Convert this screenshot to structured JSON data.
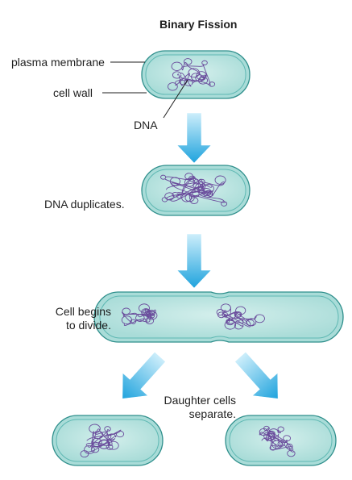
{
  "title": "Binary Fission",
  "labels": {
    "plasma_membrane": "plasma membrane",
    "cell_wall": "cell wall",
    "dna": "DNA",
    "dna_duplicates": "DNA duplicates.",
    "cell_begins_line1": "Cell begins",
    "cell_begins_line2": "to divide.",
    "daughter_line1": "Daughter cells",
    "daughter_line2": "separate."
  },
  "colors": {
    "cell_fill": "#a9dcd8",
    "cell_fill_light": "#d4efec",
    "cell_outline": "#2f8f8c",
    "membrane": "#5fb8b3",
    "dna_strand": "#6a4c9c",
    "arrow": "#1fa3dd",
    "arrow_light": "#cdeefb"
  },
  "icons": {
    "arrow": "arrow-down",
    "cell": "bacterial-cell",
    "dna": "dna-coil"
  }
}
